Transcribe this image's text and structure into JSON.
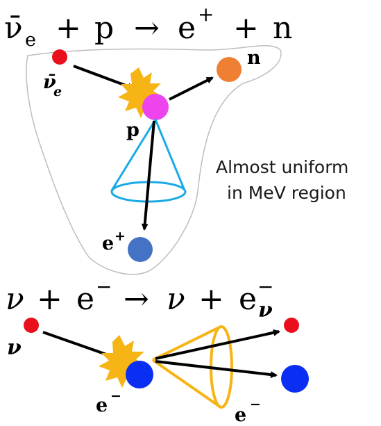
{
  "reaction_ibd": {
    "antineutrino": "ν̄",
    "antineutrino_subscript": "e",
    "plus_1": "+",
    "proton": "p",
    "arrow": "→",
    "positron": "e",
    "positron_sup": "+",
    "plus_2": "+",
    "neutron": "n"
  },
  "reaction_es": {
    "neutrino": "ν",
    "plus_1": "+",
    "electron": "e",
    "electron_sup": "−",
    "arrow": "→",
    "neutrino_out": "ν",
    "plus_2": "+",
    "electron_out": "e",
    "electron_out_sup": "−",
    "electron_out_sub": "ν"
  },
  "labels": {
    "antineutrino": "ν̄",
    "antineutrino_sub": "e",
    "proton": "p",
    "neutron": "n",
    "positron": "e",
    "positron_sup": "+",
    "neutrino": "ν",
    "electron_left": "e",
    "electron_left_sup": "−",
    "electron_right": "e",
    "electron_right_sup": "−"
  },
  "annotation": {
    "line1": "Almost uniform",
    "line2": "in MeV region"
  },
  "colors": {
    "neutrino": "#e8101c",
    "proton": "#ee44ee",
    "neutron": "#ee7f33",
    "positron": "#4472c4",
    "electron": "#0b2ff2",
    "flash": "#f6b415",
    "cone_upper": "#1aabe6",
    "cone_lower": "#f6b415"
  }
}
